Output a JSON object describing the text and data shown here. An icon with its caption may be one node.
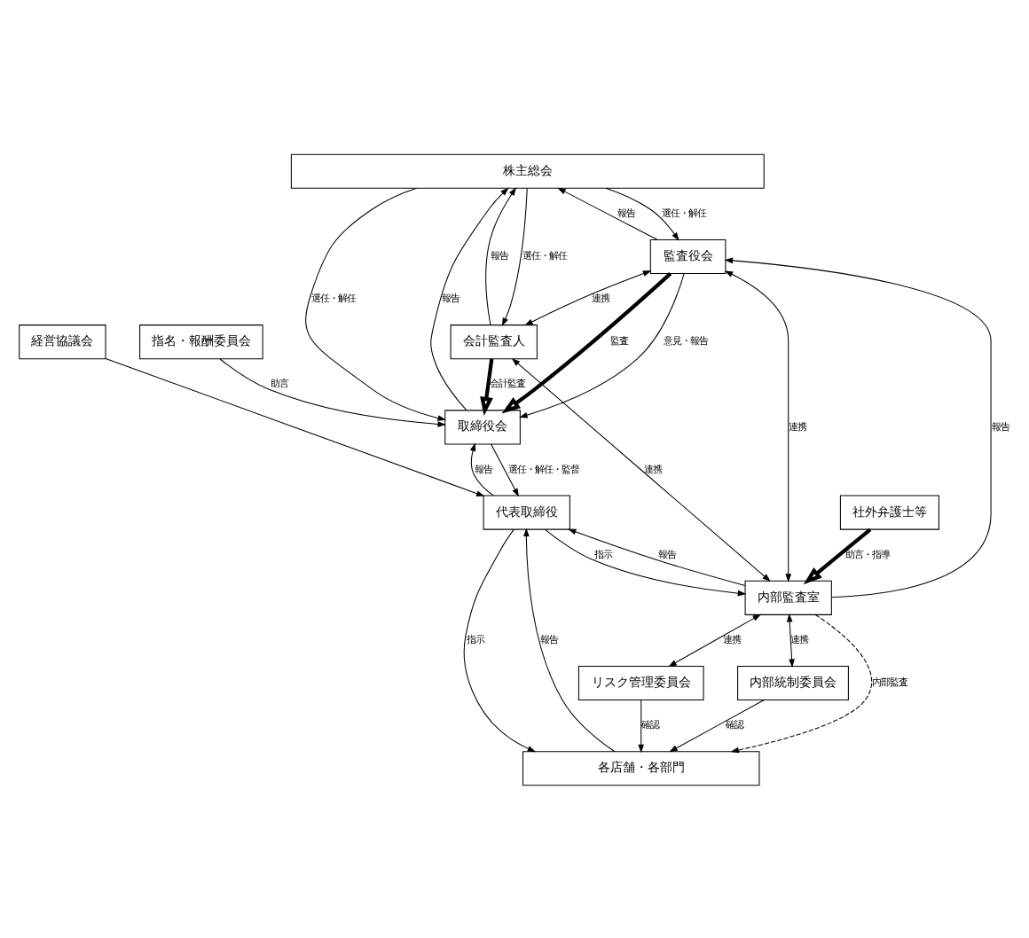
{
  "diagram": {
    "nodes": [
      {
        "text": [
          "株主総会"
        ]
      },
      {
        "text": [
          "取締役会"
        ]
      },
      {
        "text": [
          "指名・報酬委員会"
        ]
      },
      {
        "text": [
          "監査役会"
        ]
      },
      {
        "text": [
          "会計監査人"
        ]
      },
      {
        "text": [
          "経営協議会"
        ]
      },
      {
        "text": [
          "代表取締役"
        ]
      },
      {
        "text": [
          "内部監査室"
        ]
      },
      {
        "text": [
          "社外弁護士等"
        ]
      },
      {
        "text": [
          "リスク管理委員会"
        ]
      },
      {
        "text": [
          "各店舗・各部門"
        ]
      },
      {
        "text": [
          "内部統制委員会"
        ]
      }
    ],
    "edges": [
      {
        "from": 0,
        "to": 1,
        "arrow": "to",
        "label": "選任・解任"
      },
      {
        "from": 1,
        "to": 0,
        "arrow": "to",
        "label": "報告"
      },
      {
        "from": 0,
        "to": 3,
        "arrow": "to",
        "label": "選任・解任"
      },
      {
        "from": 3,
        "to": 0,
        "arrow": "to",
        "label": "報告"
      },
      {
        "from": 0,
        "to": 4,
        "arrow": "to",
        "label": "選任・解任"
      },
      {
        "from": 4,
        "to": 0,
        "arrow": "to",
        "label": "報告"
      },
      {
        "from": 4,
        "to": 1,
        "arrow": "to",
        "label": "会計監査",
        "style": "thick"
      },
      {
        "from": 3,
        "to": 1,
        "arrow": "to",
        "label": "監査",
        "style": "thick"
      },
      {
        "from": 3,
        "to": 1,
        "arrow": "to",
        "label": "意見・報告"
      },
      {
        "from": 2,
        "to": 1,
        "arrow": "to",
        "label": "助言"
      },
      {
        "from": 3,
        "to": 4,
        "arrow": "both",
        "label": "連携"
      },
      {
        "from": 1,
        "to": 6,
        "arrow": "to",
        "label": "選任・解任・監督"
      },
      {
        "from": 5,
        "to": 6,
        "arrow": "to"
      },
      {
        "from": 6,
        "to": 1,
        "arrow": "to",
        "label": "報告"
      },
      {
        "from": 3,
        "to": 7,
        "arrow": "both",
        "label": "連携"
      },
      {
        "from": 7,
        "to": 3,
        "arrow": "to",
        "label": "報告"
      },
      {
        "from": 4,
        "to": 7,
        "arrow": "both",
        "label": "連携"
      },
      {
        "from": 6,
        "to": 7,
        "arrow": "to",
        "label": "指示"
      },
      {
        "from": 7,
        "to": 6,
        "arrow": "to",
        "label": "報告"
      },
      {
        "from": 8,
        "to": 7,
        "arrow": "to",
        "label": "助言・指導",
        "style": "thick"
      },
      {
        "from": 6,
        "to": 10,
        "arrow": "to",
        "label": "指示"
      },
      {
        "from": 10,
        "to": 6,
        "arrow": "to",
        "label": "報告"
      },
      {
        "from": 7,
        "to": 9,
        "arrow": "both",
        "label": "連携"
      },
      {
        "from": 9,
        "to": 10,
        "arrow": "to",
        "label": "確認"
      },
      {
        "from": 11,
        "to": 10,
        "arrow": "to",
        "label": "確認"
      },
      {
        "from": 7,
        "to": 10,
        "arrow": "to",
        "label": "内部監査",
        "style": "dashed"
      },
      {
        "from": 7,
        "to": 11,
        "arrow": "both",
        "label": "連携"
      }
    ]
  }
}
